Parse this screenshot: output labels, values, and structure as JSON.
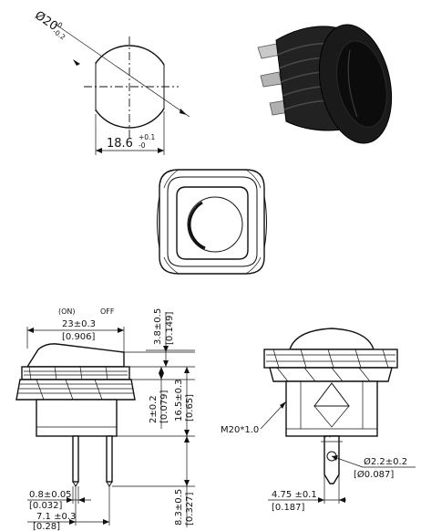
{
  "top_view": {
    "diameter_label": "Ø20",
    "diameter_tol_upper": "0",
    "diameter_tol_lower": "-0.2",
    "flat_width_label": "18.6",
    "flat_width_tol_upper": "+0.1",
    "flat_width_tol_lower": "-0"
  },
  "side_view": {
    "state_on": "(ON)",
    "state_off": "OFF",
    "width_mm": "23±0.3",
    "width_in": "[0.906]",
    "rocker_height_mm": "3.8±0.5",
    "rocker_height_in": "[0.149]",
    "flange_mm": "2±0.2",
    "flange_in": "[0.079]",
    "body_mm": "16.5±0.3",
    "body_in": "[0.65]",
    "terminal_thickness_mm": "0.8±0.05",
    "terminal_thickness_in": "[0.032]",
    "terminal_width_mm": "7.1 ±0.3",
    "terminal_width_in": "[0.28]",
    "terminal_length_mm": "8.3±0.5",
    "terminal_length_in": "[0.327]"
  },
  "end_view": {
    "thread_label": "M20*1.0",
    "hole_mm": "Ø2.2±0.2",
    "hole_in": "[Ø0.087]",
    "tab_width_mm": "4.75 ±0.1",
    "tab_width_in": "[0.187]"
  }
}
